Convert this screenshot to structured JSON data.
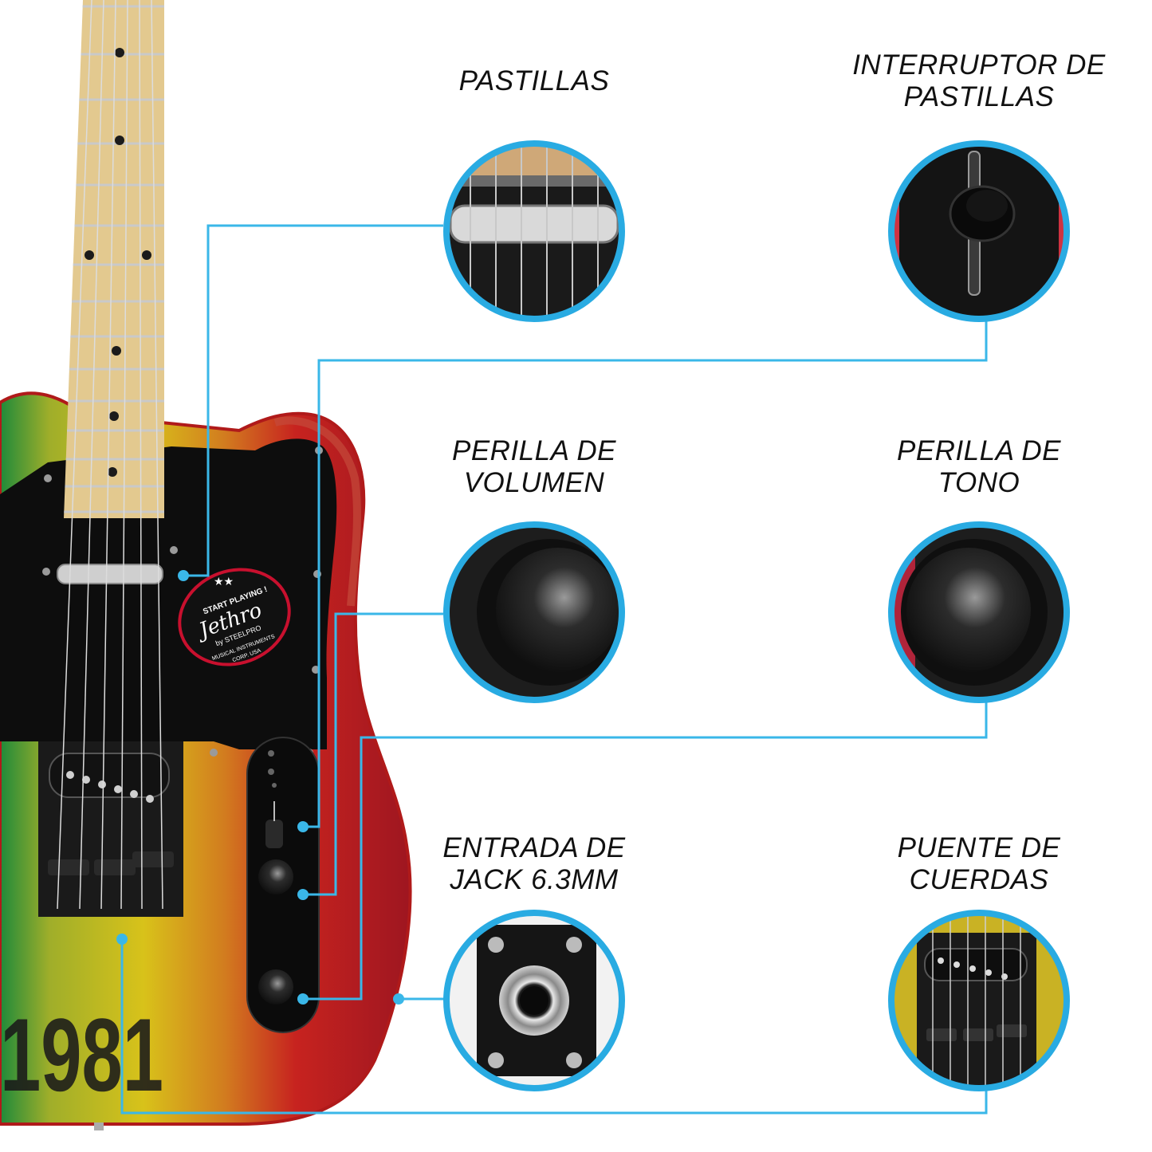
{
  "colors": {
    "connector": "#3ab7e8",
    "ring": "#29abe2",
    "label": "#111111",
    "pickguard": "#0d0d0d",
    "maple": "#e3c98f"
  },
  "labels": {
    "pickups": "PASTILLAS",
    "pickup_selector": "INTERRUPTOR DE\nPASTILLAS",
    "volume_knob": "PERILLA DE\nVOLUMEN",
    "tone_knob": "PERILLA DE\nTONO",
    "jack_input": "ENTRADA DE\nJACK 6.3MM",
    "string_bridge": "PUENTE DE\nCUERDAS"
  },
  "guitar": {
    "year_text": "1981",
    "decal": {
      "line1": "START PLAYING !",
      "brand": "Jethro",
      "byline": "by STEELPRO",
      "line3": "MUSICAL INSTRUMENTS",
      "line4": "CORP. USA"
    }
  },
  "icons": {
    "decal_stars": "star-icon",
    "jack": "jack-socket-icon"
  }
}
